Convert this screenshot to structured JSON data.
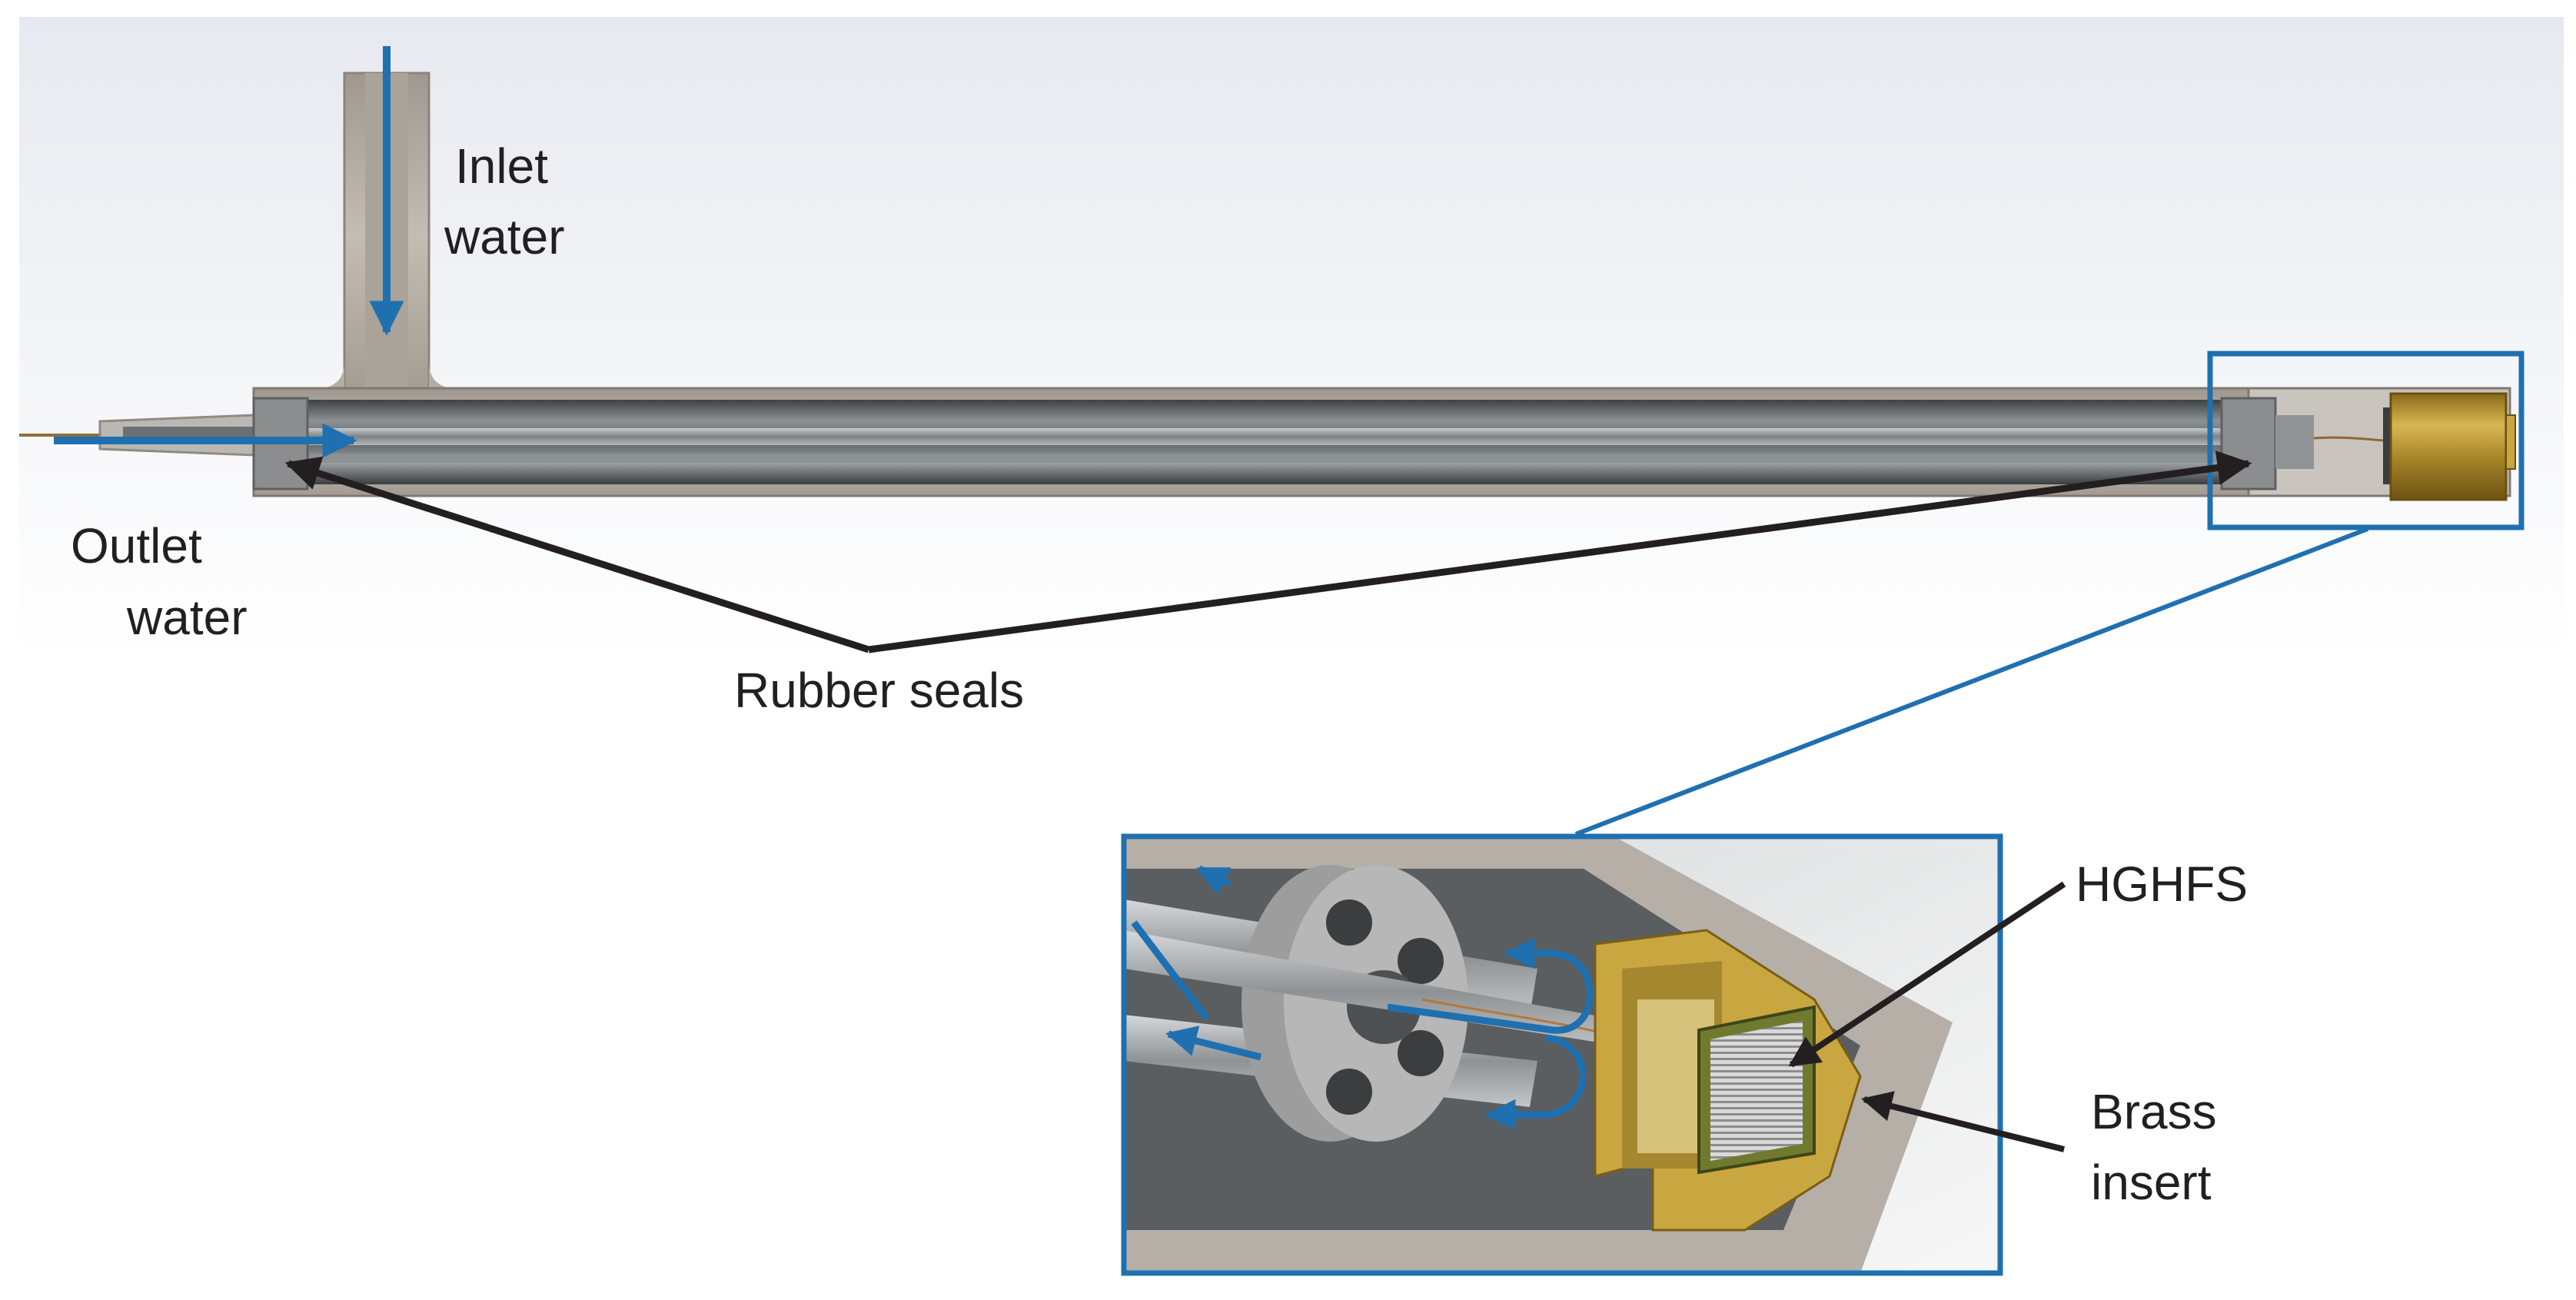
{
  "labels": {
    "inlet_line1": "Inlet",
    "inlet_line2": "water",
    "outlet_line1": "Outlet",
    "outlet_line2": "water",
    "rubber_seals": "Rubber seals",
    "hghfs": "HGHFS",
    "brass_line1": "Brass",
    "brass_line2": "insert"
  },
  "colors": {
    "flow_arrow": "#1f70b0",
    "callout_frame": "#1f70b0",
    "pointer": "#231f20",
    "housing": "#b4ada4",
    "tube": "#6a6f72",
    "brass": "#c9a740",
    "foam": "#a9aaa9"
  }
}
